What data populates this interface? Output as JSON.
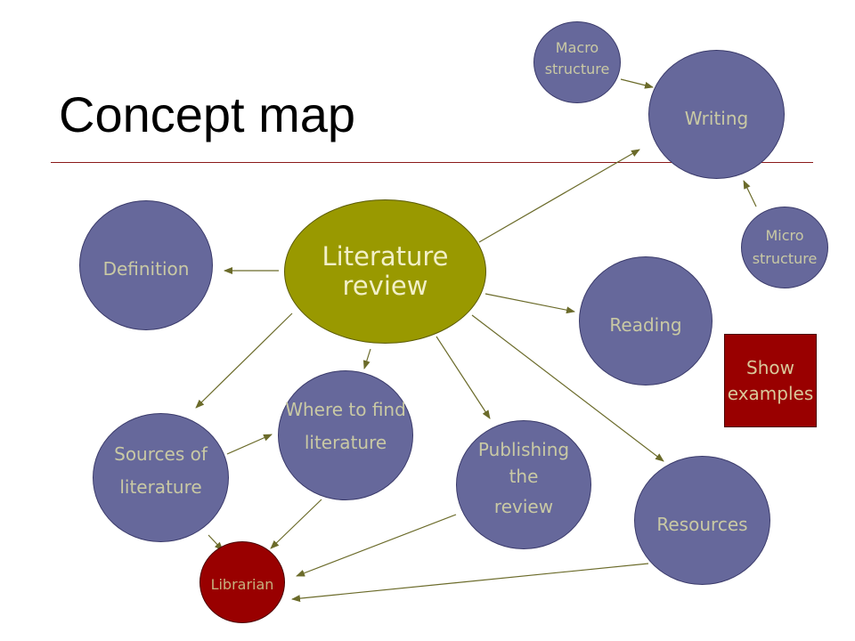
{
  "slide": {
    "title": "Concept map"
  },
  "nodes": {
    "literature_review": [
      "Literature",
      "review"
    ],
    "definition": [
      "Definition"
    ],
    "where_to_find": [
      "Where to find",
      "literature"
    ],
    "sources": [
      "Sources of",
      "literature"
    ],
    "publishing": [
      "Publishing",
      "the",
      "review"
    ],
    "reading": [
      "Reading"
    ],
    "writing": [
      "Writing"
    ],
    "macro": [
      "Macro",
      "structure"
    ],
    "micro": [
      "Micro",
      "structure"
    ],
    "resources": [
      "Resources"
    ],
    "librarian": [
      "Librarian"
    ],
    "show_examples": [
      "Show",
      "examples"
    ]
  },
  "colors": {
    "node_blue": "#66689b",
    "node_olive": "#999900",
    "node_red": "#990000",
    "arrow": "#6b6b2a",
    "rule": "#8b1a1a"
  }
}
